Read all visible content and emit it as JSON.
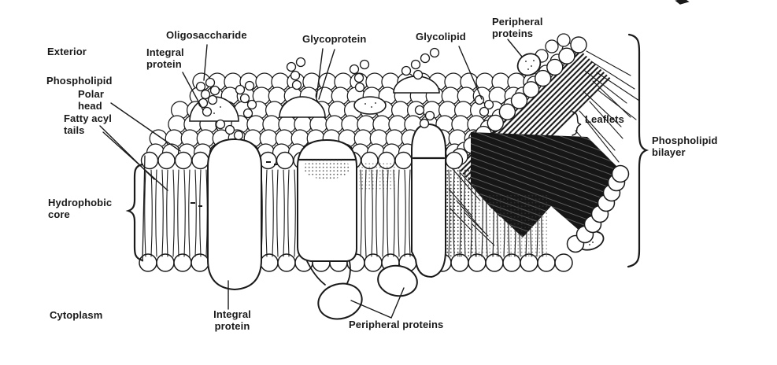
{
  "labels": {
    "exterior": "Exterior",
    "oligosaccharide": "Oligosaccharide",
    "integral_protein_top": "Integral\nprotein",
    "glycoprotein": "Glycoprotein",
    "glycolipid": "Glycolipid",
    "peripheral_proteins_top": "Peripheral\nproteins",
    "phospholipid": "Phospholipid",
    "polar_head": "Polar\nhead",
    "fatty_acyl_tails": "Fatty acyl\ntails",
    "leaflets": "Leaflets",
    "phospholipid_bilayer": "Phospholipid\nbilayer",
    "hydrophobic_core": "Hydrophobic\ncore",
    "cytoplasm": "Cytoplasm",
    "integral_protein_bottom": "Integral\nprotein",
    "peripheral_proteins_bottom": "Peripheral proteins"
  },
  "colors": {
    "ink": "#1a1a1a",
    "paper": "#ffffff"
  }
}
